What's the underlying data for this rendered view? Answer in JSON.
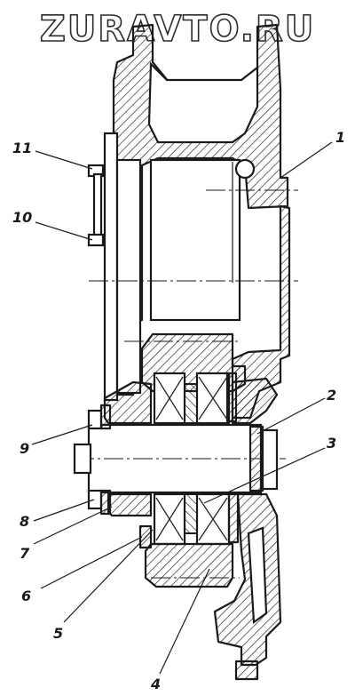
{
  "watermark": "ZURAVTO.RU",
  "labels": {
    "l1": "1",
    "l2": "2",
    "l3": "3",
    "l4": "4",
    "l5": "5",
    "l6": "6",
    "l7": "7",
    "l8": "8",
    "l9": "9",
    "l10": "10",
    "l11": "11"
  }
}
